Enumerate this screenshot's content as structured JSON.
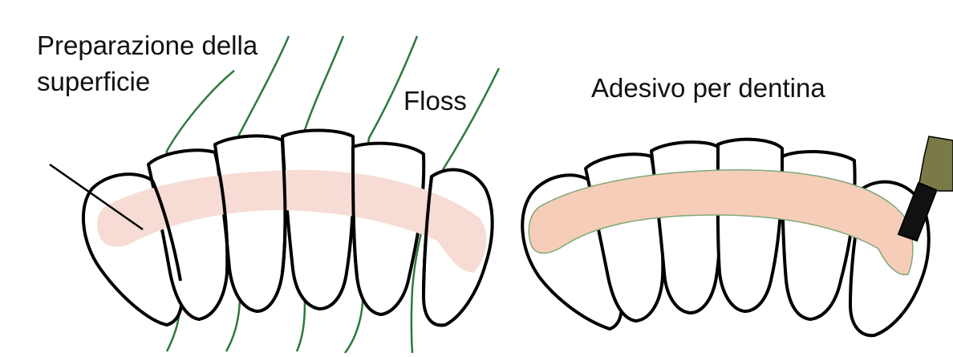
{
  "labels": {
    "preparation_line1": "Preparazione della",
    "preparation_line2": "superficie",
    "floss": "Floss",
    "adhesive": "Adesivo per dentina"
  },
  "colors": {
    "outline": "#000000",
    "floss": "#2d7a3a",
    "prep_band": "#f6dcd4",
    "adhesive_band": "#f6cdb8",
    "adhesive_edge": "#7ea87a",
    "brush_handle": "#111111",
    "brush_tip": "#7a7a48",
    "background": "#ffffff"
  },
  "icons": {
    "brush": "applicator-brush-icon"
  }
}
